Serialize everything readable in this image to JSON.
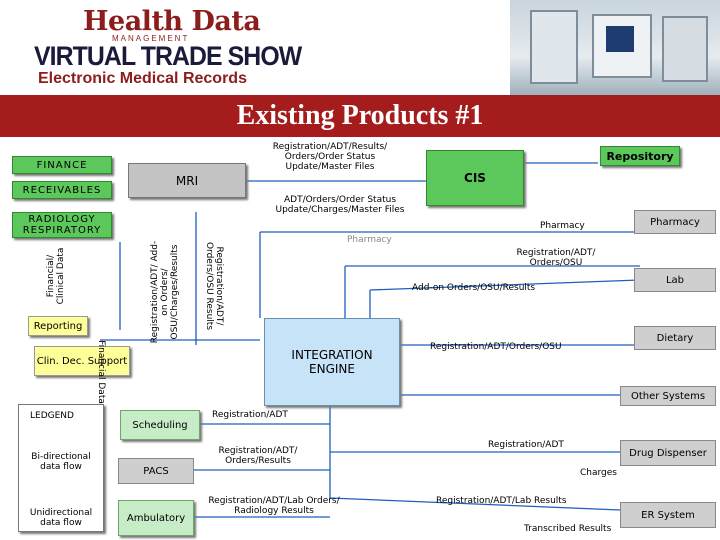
{
  "header": {
    "logo_top": "Health Data",
    "logo_sub": "MANAGEMENT",
    "logo_main": "VIRTUAL TRADE SHOW",
    "logo_sub2": "Electronic Medical Records"
  },
  "title": "Existing Products #1",
  "colors": {
    "banner": "#a51c1c",
    "green_box": "#5cc85c",
    "gray_box": "#c4c4c4",
    "blue_line": "#1f5fbf",
    "engine_box": "#c7e3f7"
  },
  "boxes": {
    "finance": "FINANCE",
    "receivables": "RECEIVABLES",
    "radiology": "RADIOLOGY RESPIRATORY",
    "mri": "MRI",
    "cis": "CIS",
    "repository": "Repository",
    "pharmacy": "Pharmacy",
    "lab": "Lab",
    "dietary": "Dietary",
    "other_systems": "Other Systems",
    "drug_dispenser": "Drug Dispenser",
    "er_system": "ER System",
    "integration_engine": "INTEGRATION ENGINE",
    "reporting": "Reporting",
    "clin_dec": "Clin. Dec. Support",
    "scheduling": "Scheduling",
    "pacs": "PACS",
    "ambulatory": "Ambulatory",
    "legend": "LEDGEND",
    "legend_bi": "Bi-directional data flow",
    "legend_uni": "Unidirectional data flow"
  },
  "labels": {
    "mri_top": "Registration/ADT/Results/ Orders/Order Status Update/Master Files",
    "cis_bottom": "ADT/Orders/Order Status Update/Charges/Master Files",
    "pharmacy_line": "Pharmacy",
    "pharmacy_gray": "Pharmacy",
    "lab_top": "Registration/ADT/ Orders/OSU",
    "lab_addon": "Add-on Orders/OSU/Results",
    "dietary_line": "Registration/ADT/Orders/OSU",
    "scheduling_line": "Registration/ADT",
    "pacs_line": "Registration/ADT/ Orders/Results",
    "drug_line": "Registration/ADT",
    "charges": "Charges",
    "amb_line": "Registration/ADT/Lab Orders/ Radiology Results",
    "er_line": "Registration/ADT/Lab Results",
    "transcribed": "Transcribed Results",
    "v_fin_clin": "Financial/ Clinical Data",
    "v_financial": "Financial Data",
    "v_reg_addon": "Registration/ADT/ Add-on Orders/ OSU/Charges/Results",
    "v_reg_osu": "Registration/ADT/ Orders/OSU Results"
  }
}
